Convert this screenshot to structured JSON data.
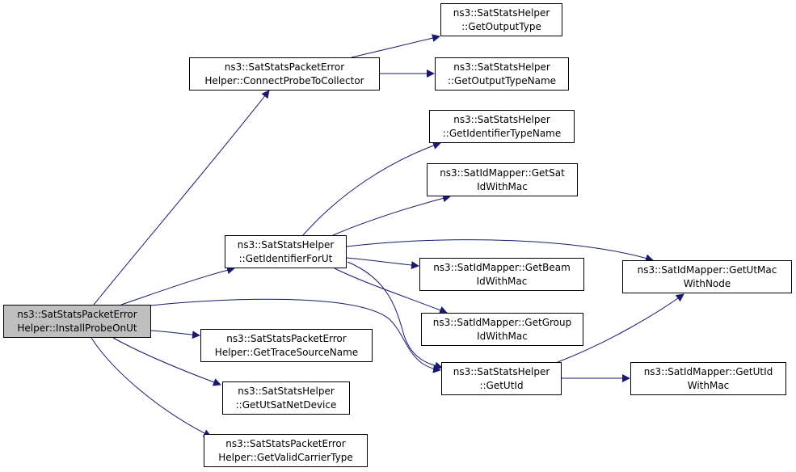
{
  "colors": {
    "edge": "#191970",
    "root_fill": "#bfbfbf",
    "node_fill": "#ffffff",
    "border": "#000000"
  },
  "nodes": {
    "root": {
      "line1": "ns3::SatStatsPacketError",
      "line2": "Helper::InstallProbeOnUt"
    },
    "cptc": {
      "line1": "ns3::SatStatsPacketError",
      "line2": "Helper::ConnectProbeToCollector"
    },
    "got": {
      "line1": "ns3::SatStatsHelper",
      "line2": "::GetOutputType"
    },
    "gotn": {
      "line1": "ns3::SatStatsHelper",
      "line2": "::GetOutputTypeName"
    },
    "gitn": {
      "line1": "ns3::SatStatsHelper",
      "line2": "::GetIdentifierTypeName"
    },
    "gsidm": {
      "line1": "ns3::SatIdMapper::GetSat",
      "line2": "IdWithMac"
    },
    "gifu": {
      "line1": "ns3::SatStatsHelper",
      "line2": "::GetIdentifierForUt"
    },
    "gbidm": {
      "line1": "ns3::SatIdMapper::GetBeam",
      "line2": "IdWithMac"
    },
    "gutmn": {
      "line1": "ns3::SatIdMapper::GetUtMac",
      "line2": "WithNode"
    },
    "ggidm": {
      "line1": "ns3::SatIdMapper::GetGroup",
      "line2": "IdWithMac"
    },
    "gtsn": {
      "line1": "ns3::SatStatsPacketError",
      "line2": "Helper::GetTraceSourceName"
    },
    "gutid": {
      "line1": "ns3::SatStatsHelper",
      "line2": "::GetUtId"
    },
    "gutidm": {
      "line1": "ns3::SatIdMapper::GetUtId",
      "line2": "WithMac"
    },
    "gusnd": {
      "line1": "ns3::SatStatsHelper",
      "line2": "::GetUtSatNetDevice"
    },
    "gvct": {
      "line1": "ns3::SatStatsPacketError",
      "line2": "Helper::GetValidCarrierType"
    }
  }
}
